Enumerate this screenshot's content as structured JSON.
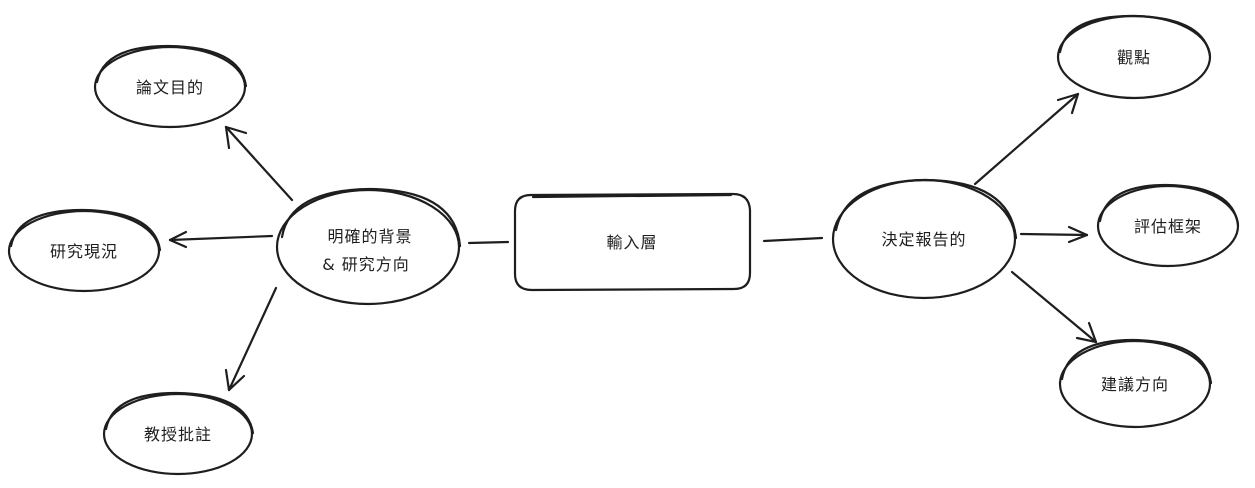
{
  "nodes": {
    "input_layer": "輸入層",
    "clear_background_line1": "明確的背景",
    "clear_background_line2": "& 研究方向",
    "paper_purpose": "論文目的",
    "research_status": "研究現況",
    "professor_comments": "教授批註",
    "report_decision": "決定報告的",
    "viewpoint": "觀點",
    "evaluation_framework": "評估框架",
    "suggested_direction": "建議方向"
  }
}
